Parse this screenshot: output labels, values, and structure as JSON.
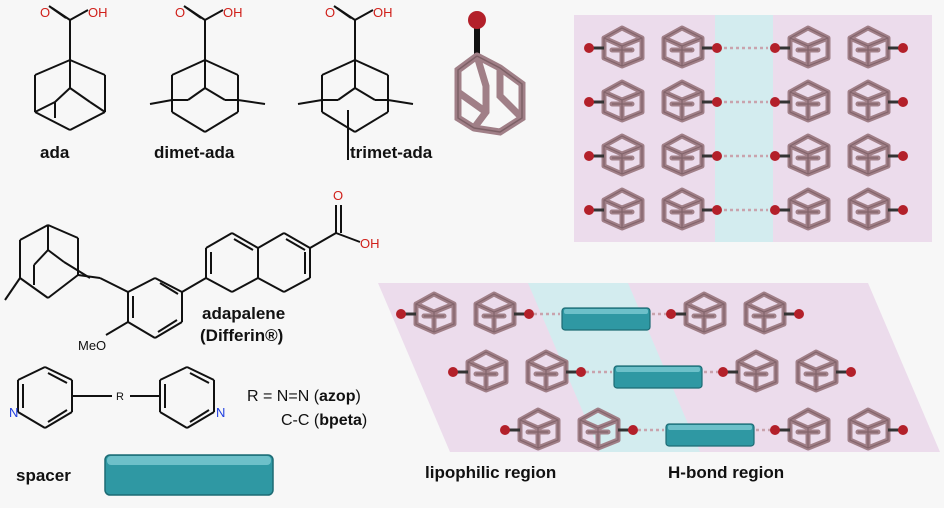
{
  "molecules": {
    "ada": "ada",
    "dimet_ada": "dimet-ada",
    "trimet_ada": "trimet-ada",
    "adapalene": "adapalene",
    "differin": "(Differin®)",
    "meo": "MeO"
  },
  "atoms": {
    "O": "O",
    "OH": "OH",
    "N": "N",
    "R": "R"
  },
  "spacer": {
    "r_prefix": "R = N=N (",
    "azop": "azop",
    "close": ")",
    "cc_prefix": "C-C (",
    "bpeta": "bpeta",
    "label": "spacer"
  },
  "regions": {
    "lipophilic": "lipophilic region",
    "hbond": "H-bond region"
  },
  "colors": {
    "carbon": "#a07f87",
    "carbon_dark": "#6e5259",
    "oxygen": "#b3202a",
    "lipophilic_bg": "#ecdcec",
    "hbond_bg": "#d3ecef",
    "spacer": "#2f98a3",
    "nitrogen": "#1f3ee0"
  }
}
